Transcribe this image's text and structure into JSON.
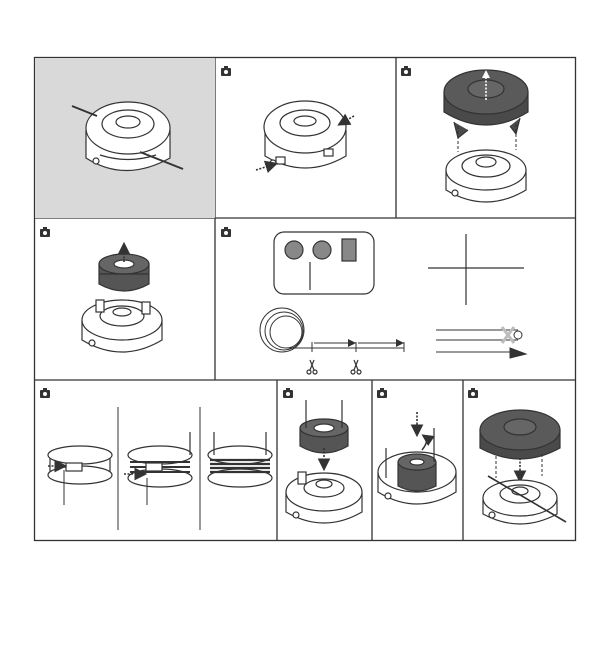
{
  "document": {
    "type": "trimmer spool line-replacement instruction diagram",
    "panel_count": 10,
    "rows": [
      {
        "panels": [
          "assembled-head-shaded",
          "press-tabs",
          "remove-cover"
        ]
      },
      {
        "panels": [
          "remove-spool",
          "line-selection"
        ]
      },
      {
        "panels": [
          "wind-line",
          "insert-spool",
          "press-spool",
          "refit-cover"
        ]
      }
    ],
    "icons": [
      "camera-icon",
      "scissors-icon",
      "cross-mark-icon",
      "arrow-icon"
    ],
    "colors": {
      "line": "#333333",
      "shaded_panel": "#d9d9d9",
      "cover_dark": "#4a4a4a",
      "spool_dark": "#555555",
      "white": "#ffffff",
      "mark_grey": "#bdbdbd"
    }
  }
}
